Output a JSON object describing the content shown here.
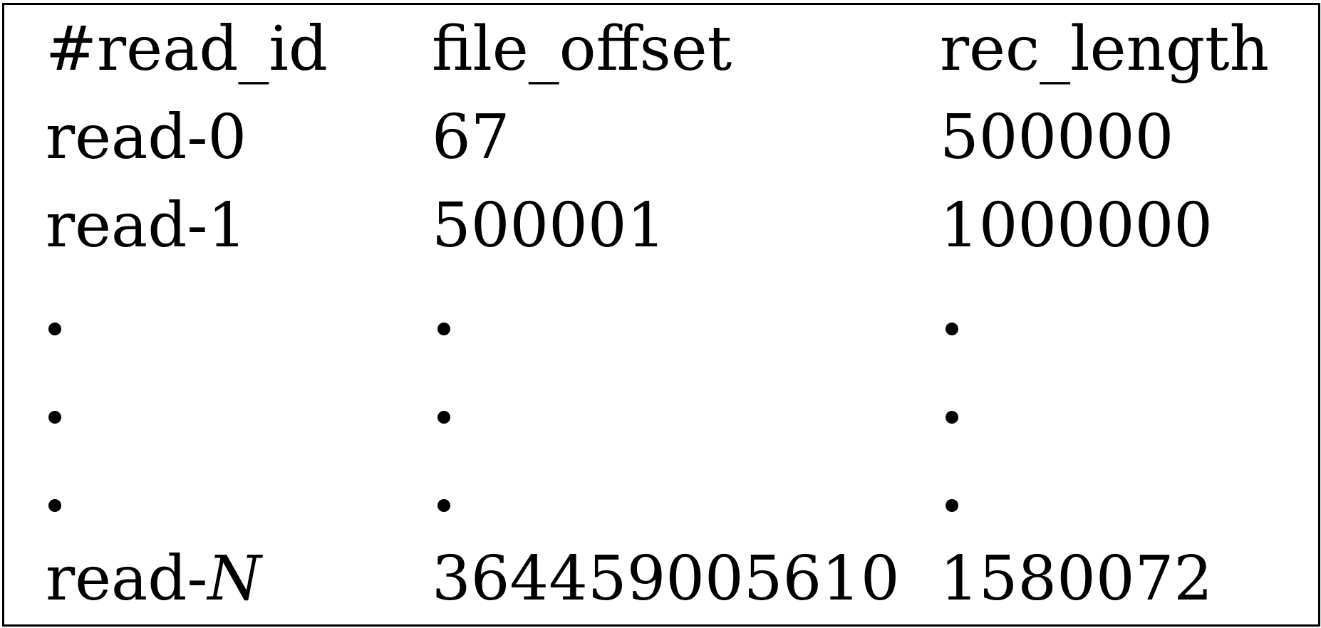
{
  "table": {
    "header": [
      "#read_id",
      "file_offset",
      "rec_length"
    ],
    "rows": [
      [
        "read-0",
        "67",
        "500000"
      ],
      [
        "read-1",
        "500001",
        "1000000"
      ]
    ],
    "ellipsis_rows": 3,
    "last_row": {
      "read_prefix": "read-",
      "read_var": "N",
      "file_offset": "364459005610",
      "rec_length": "1580072"
    }
  }
}
